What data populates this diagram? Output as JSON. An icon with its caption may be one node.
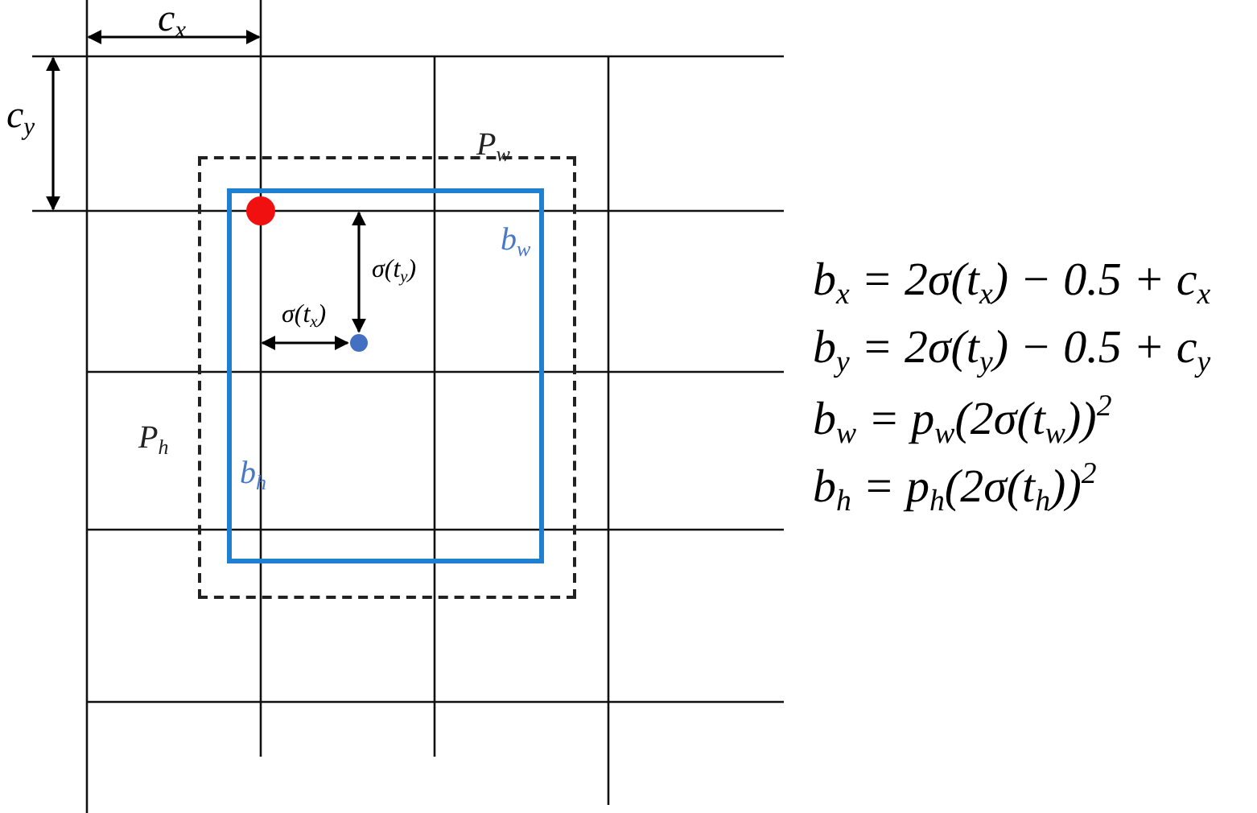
{
  "diagram": {
    "nodes": [
      {
        "text": [],
        "shape": "box",
        "beside": [
          "P$_{w}$",
          "P$_{h}$"
        ]
      },
      {
        "text": [
          "b$_{w}$",
          "b$_{h}$"
        ],
        "in": 0
      }
    ],
    "labels": [
      "c$_{x}$",
      "c$_{y}$",
      "σ(t$_{y}$)",
      "σ(t$_{x}$)",
      "b$_{x}$ = 2σ(t$_{x}$) − 0.5 + c$_{x}$",
      "b$_{y}$ = 2σ(t$_{y}$) − 0.5 + c$_{y}$",
      "b$_{w}$ = p$_{w}$(2σ(t$_{w}$))$^{2}$",
      "b$_{h}$ = p$_{h}$(2σ(t$_{h}$))$^{2}$"
    ]
  }
}
